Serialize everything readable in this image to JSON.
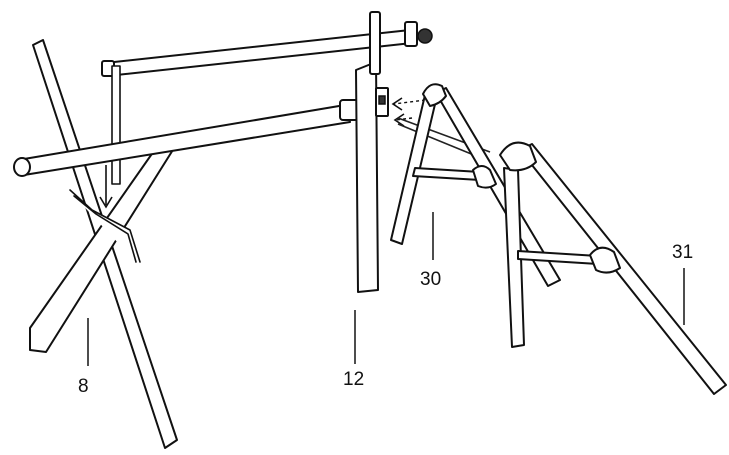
{
  "callouts": {
    "part_8": "8",
    "part_12": "12",
    "part_30": "30",
    "part_31": "31"
  }
}
